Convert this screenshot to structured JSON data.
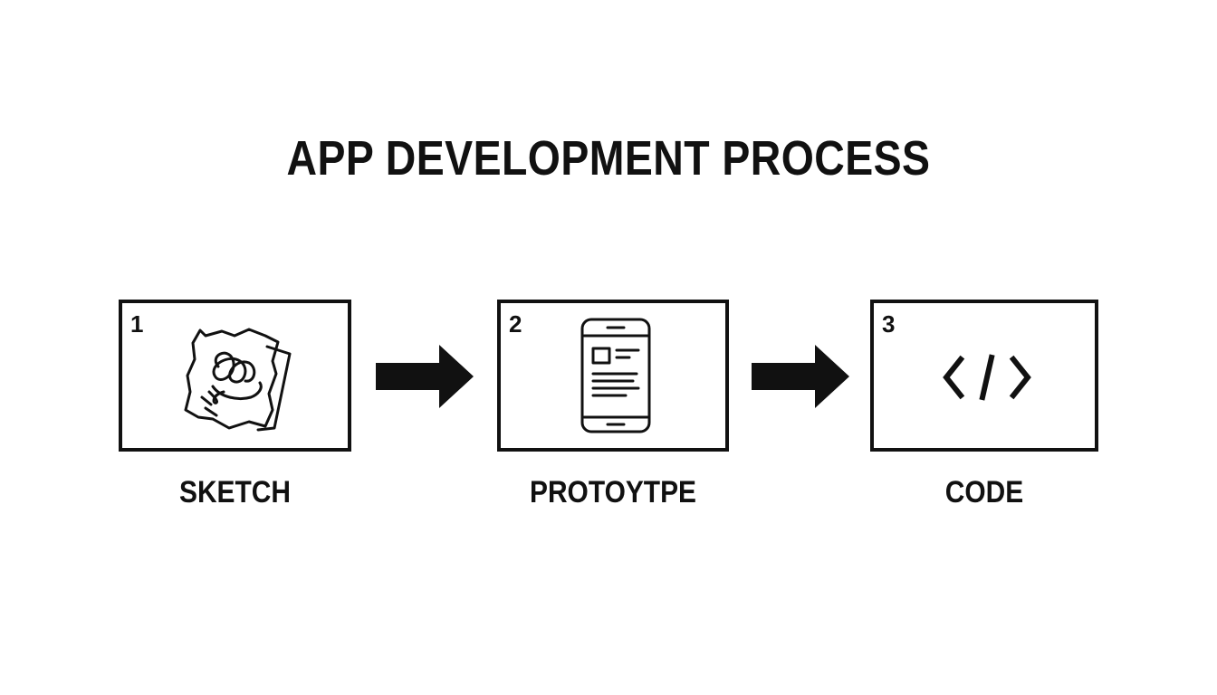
{
  "title": "APP DEVELOPMENT PROCESS",
  "steps": [
    {
      "number": "1",
      "label": "SKETCH",
      "icon": "sketch-paper-icon"
    },
    {
      "number": "2",
      "label": "PROTOYTPE",
      "icon": "mobile-phone-icon"
    },
    {
      "number": "3",
      "label": "CODE",
      "icon": "code-brackets-icon"
    }
  ],
  "connectors": [
    "arrow-right-icon",
    "arrow-right-icon"
  ],
  "colors": {
    "ink": "#111111",
    "background": "#ffffff"
  }
}
